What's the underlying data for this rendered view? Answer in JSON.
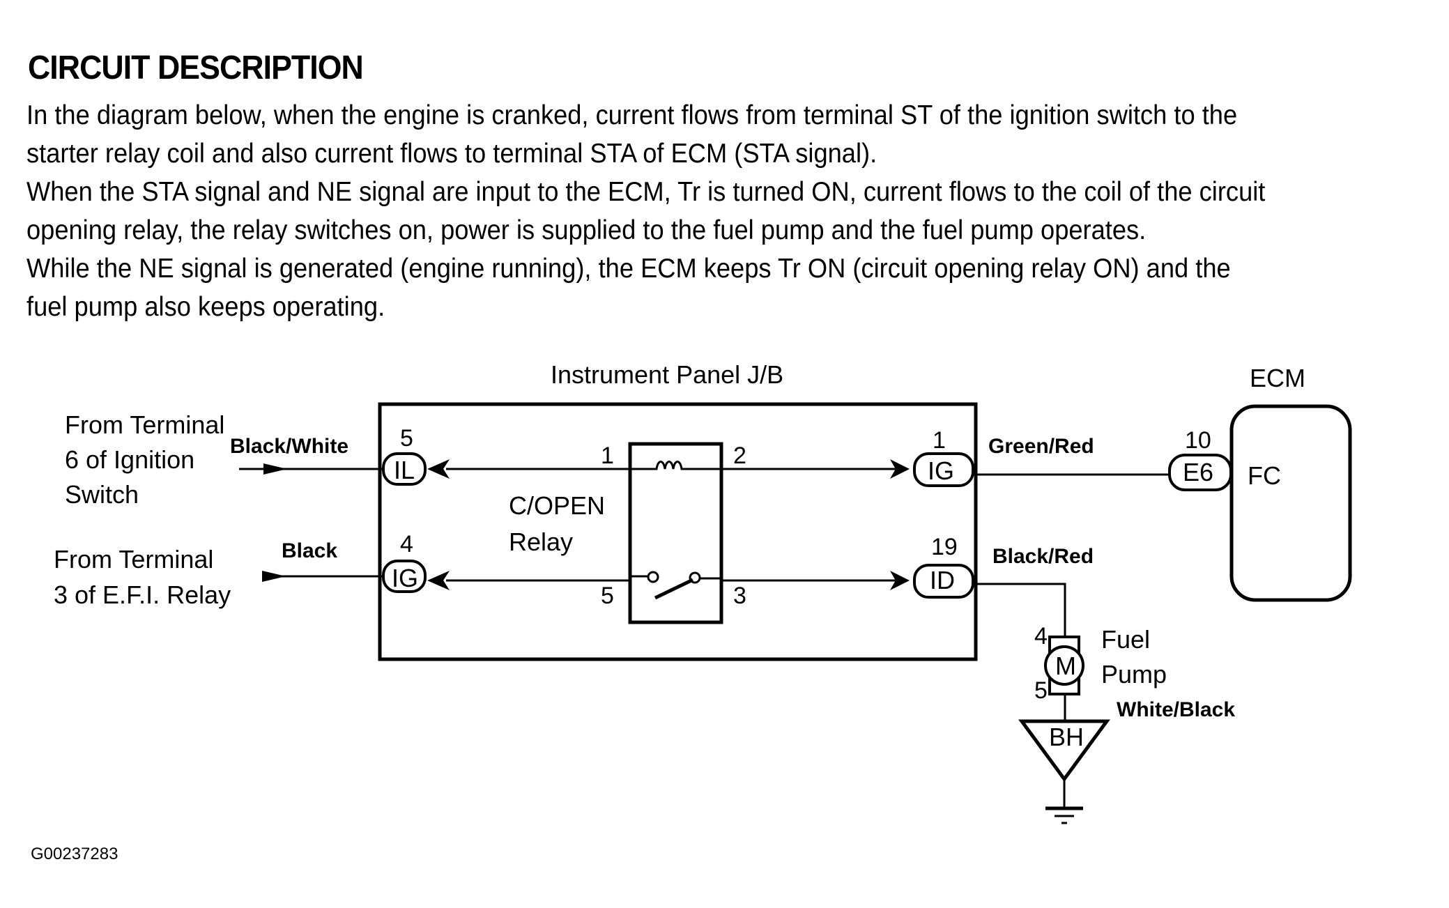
{
  "section": {
    "title": "CIRCUIT DESCRIPTION",
    "paragraph_lines": [
      "In the diagram below, when the engine is cranked, current flows from terminal ST of the ignition switch to the",
      "starter relay coil and also current flows to terminal STA of ECM (STA signal).",
      "When the STA signal and NE signal are input to the ECM, Tr is turned ON, current flows to the coil of the circuit",
      "opening relay, the relay switches on, power is supplied to the fuel pump and the fuel pump operates.",
      "While the NE signal is generated (engine running), the ECM keeps Tr ON (circuit opening relay ON) and the",
      "fuel pump also keeps operating."
    ]
  },
  "diagram": {
    "junction_block": {
      "label": "Instrument Panel J/B"
    },
    "relay": {
      "label_line1": "C/OPEN",
      "label_line2": "Relay",
      "pin_1": "1",
      "pin_2": "2",
      "pin_5": "5",
      "pin_3": "3"
    },
    "inputs": [
      {
        "source_lines": [
          "From Terminal",
          "6 of Ignition",
          "Switch"
        ],
        "wire_color": "Black/White",
        "pin": "5",
        "connector": "IL"
      },
      {
        "source_lines": [
          "From Terminal",
          "3 of E.F.I. Relay"
        ],
        "wire_color": "Black",
        "pin": "4",
        "connector": "IG"
      }
    ],
    "outputs": [
      {
        "pin": "1",
        "connector": "IG",
        "wire_color": "Green/Red"
      },
      {
        "pin": "19",
        "connector": "ID",
        "wire_color": "Black/Red"
      }
    ],
    "ecm": {
      "label": "ECM",
      "pin": "10",
      "connector": "E6",
      "terminal": "FC"
    },
    "fuel_pump": {
      "label_line1": "Fuel",
      "label_line2": "Pump",
      "pin_top": "4",
      "pin_bottom": "5",
      "motor_symbol": "M",
      "wire_color": "White/Black"
    },
    "ground": {
      "label": "BH"
    }
  },
  "figure_id": "G00237283"
}
